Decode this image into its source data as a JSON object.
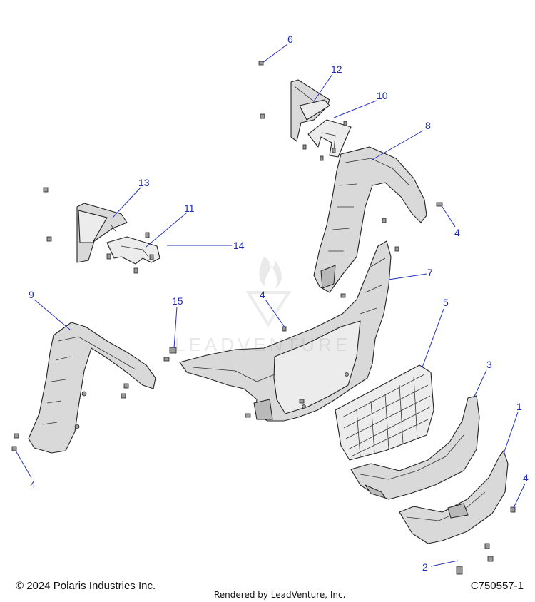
{
  "footer": {
    "copyright": "© 2024 Polaris Industries Inc.",
    "rendered_by": "Rendered by LeadVenture, Inc.",
    "catalog_number": "C750557-1"
  },
  "watermark": {
    "text": "LEADVENTURE",
    "logo_icon": "flame-logo-icon"
  },
  "callouts": [
    {
      "id": "c6",
      "label": "6"
    },
    {
      "id": "c12",
      "label": "12"
    },
    {
      "id": "c10",
      "label": "10"
    },
    {
      "id": "c8",
      "label": "8"
    },
    {
      "id": "c13",
      "label": "13"
    },
    {
      "id": "c11",
      "label": "11"
    },
    {
      "id": "c14",
      "label": "14"
    },
    {
      "id": "c4a",
      "label": "4"
    },
    {
      "id": "c7",
      "label": "7"
    },
    {
      "id": "c4b",
      "label": "4"
    },
    {
      "id": "c9",
      "label": "9"
    },
    {
      "id": "c15",
      "label": "15"
    },
    {
      "id": "c5",
      "label": "5"
    },
    {
      "id": "c3",
      "label": "3"
    },
    {
      "id": "c1",
      "label": "1"
    },
    {
      "id": "c4c",
      "label": "4"
    },
    {
      "id": "c4d",
      "label": "4"
    },
    {
      "id": "c2",
      "label": "2"
    }
  ],
  "colors": {
    "callout": "#1f2bb8",
    "line": "#222222",
    "part_fill": "#d9d9d9"
  }
}
